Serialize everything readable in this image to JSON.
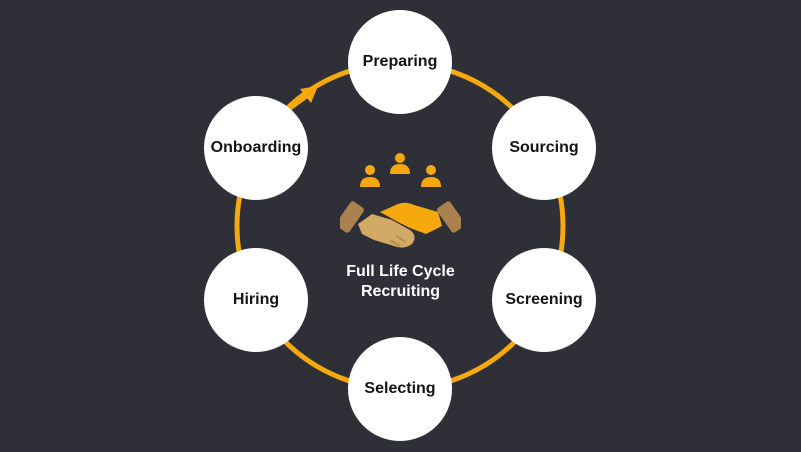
{
  "diagram": {
    "stages": [
      {
        "label": "Preparing"
      },
      {
        "label": "Sourcing"
      },
      {
        "label": "Screening"
      },
      {
        "label": "Selecting"
      },
      {
        "label": "Hiring"
      },
      {
        "label": "Onboarding"
      }
    ],
    "center_title_line1": "Full Life Cycle",
    "center_title_line2": "Recruiting"
  },
  "colors": {
    "background": "#2f3037",
    "ring": "#f5a90f",
    "node": "#ffffff",
    "text_dark": "#141414",
    "text_light": "#ffffff"
  },
  "icons": [
    "person-icon",
    "handshake-icon",
    "arrow-icon"
  ]
}
